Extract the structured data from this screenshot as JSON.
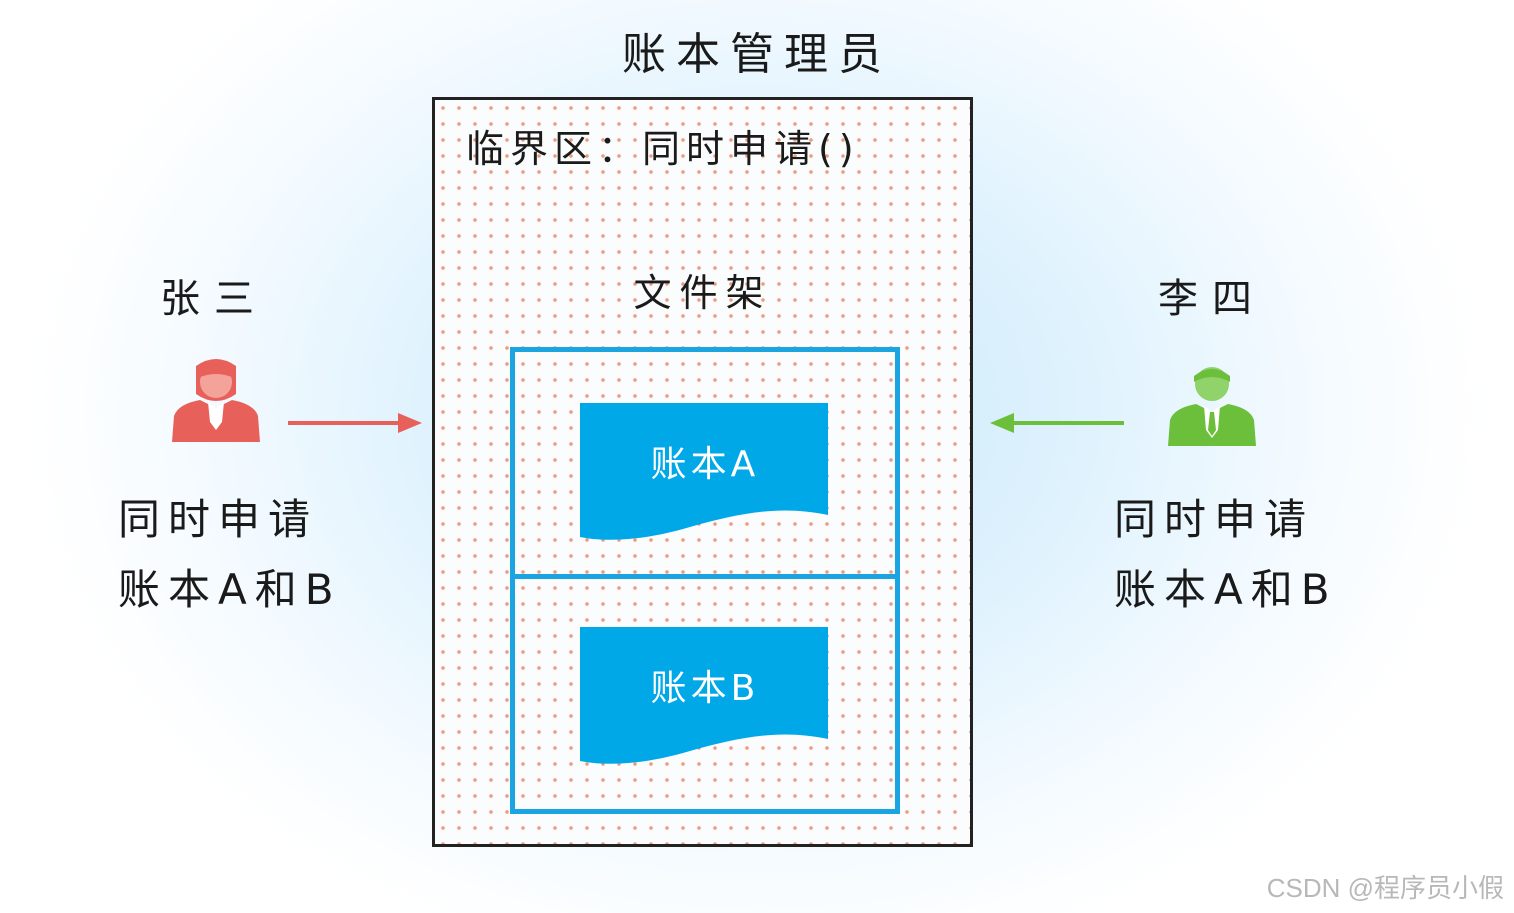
{
  "title": "账本管理员",
  "critical_section": {
    "label": "临界区：同时申请()"
  },
  "shelf": {
    "label": "文件架",
    "books": [
      {
        "label": "账本A"
      },
      {
        "label": "账本B"
      }
    ]
  },
  "people": [
    {
      "name": "张三",
      "line1": "同时申请",
      "line2": "账本A和B",
      "color": "#e8605a",
      "icon": "person-icon"
    },
    {
      "name": "李四",
      "line1": "同时申请",
      "line2": "账本A和B",
      "color": "#6cbf3a",
      "icon": "person-icon"
    }
  ],
  "colors": {
    "shelf": "#1ba4e2",
    "book": "#00a8e8",
    "dots": "#f19a7a"
  },
  "watermark": "CSDN @程序员小假"
}
